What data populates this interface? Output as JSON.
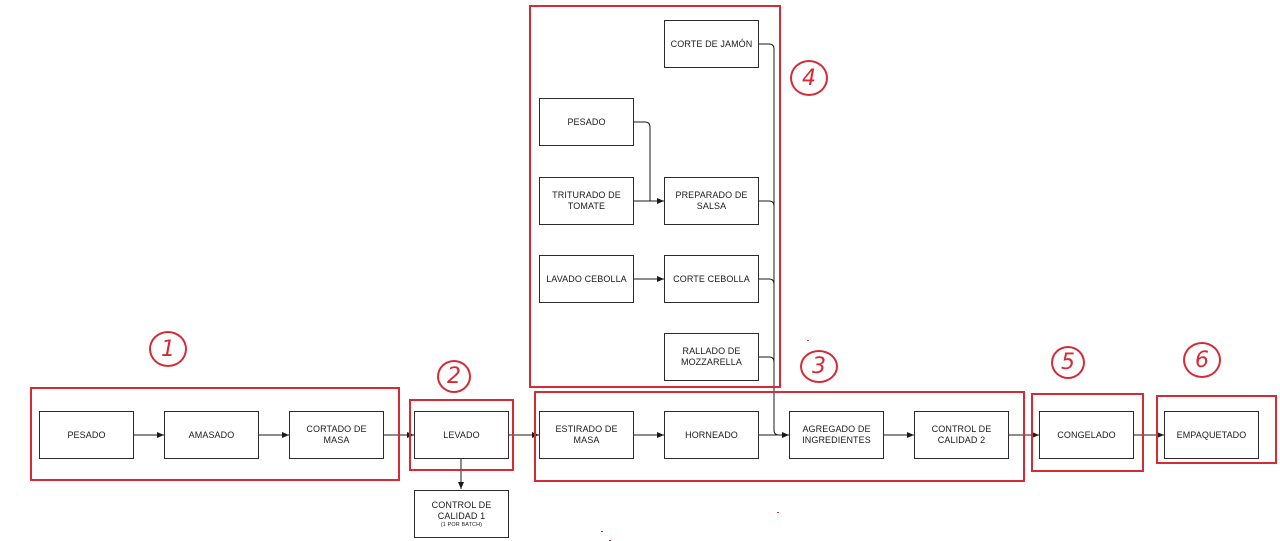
{
  "colors": {
    "group_border": "#d62a36",
    "box_border": "#2b2b2b",
    "connector": "#1a1a1a"
  },
  "groups": [
    {
      "label": "1",
      "boxes": [
        {
          "id": "pesado_1",
          "text": "PESADO"
        },
        {
          "id": "amasado",
          "text": "AMASADO"
        },
        {
          "id": "cortado_masa",
          "line1": "CORTADO DE",
          "line2": "MASA"
        }
      ]
    },
    {
      "label": "2",
      "boxes": [
        {
          "id": "levado",
          "text": "LEVADO"
        }
      ]
    },
    {
      "label": "3",
      "boxes": [
        {
          "id": "estirado",
          "line1": "ESTIRADO DE",
          "line2": "MASA"
        },
        {
          "id": "horneado",
          "text": "HORNEADO"
        },
        {
          "id": "agregado",
          "line1": "AGREGADO DE",
          "line2": "INGREDIENTES"
        },
        {
          "id": "control_2",
          "line1": "CONTROL DE",
          "line2": "CALIDAD 2"
        }
      ]
    },
    {
      "label": "4",
      "boxes": [
        {
          "id": "corte_jamon",
          "text": "CORTE DE JAMÓN"
        },
        {
          "id": "pesado_2",
          "text": "PESADO"
        },
        {
          "id": "triturado",
          "line1": "TRITURADO DE",
          "line2": "TOMATE"
        },
        {
          "id": "preparado",
          "line1": "PREPARADO DE",
          "line2": "SALSA"
        },
        {
          "id": "lavado",
          "text": "LAVADO CEBOLLA"
        },
        {
          "id": "corte_cebolla",
          "text": "CORTE CEBOLLA"
        },
        {
          "id": "rallado",
          "line1": "RALLADO DE",
          "line2": "MOZZARELLA"
        }
      ]
    },
    {
      "label": "5",
      "boxes": [
        {
          "id": "congelado",
          "text": "CONGELADO"
        }
      ]
    },
    {
      "label": "6",
      "boxes": [
        {
          "id": "empaquetado",
          "text": "EMPAQUETADO"
        }
      ]
    }
  ],
  "control_1": {
    "line1": "CONTROL DE",
    "line2": "CALIDAD 1",
    "note": "(1 POR BATCH)"
  }
}
